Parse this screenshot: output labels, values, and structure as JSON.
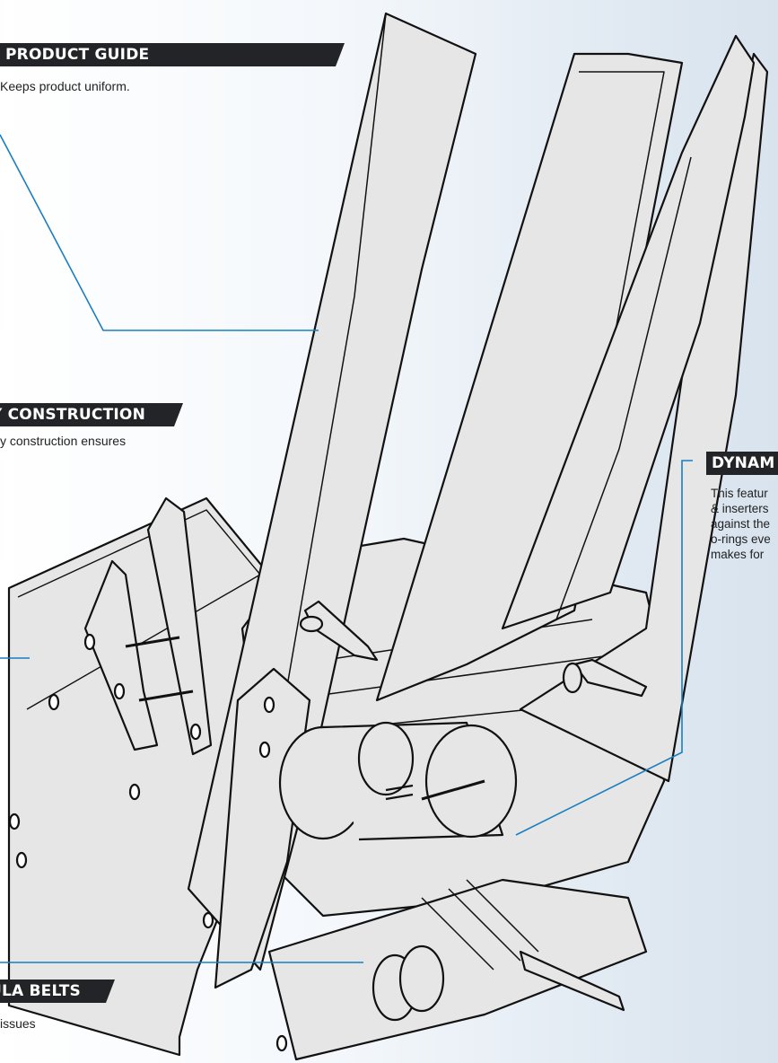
{
  "callouts": {
    "guide": {
      "title": "PRODUCT GUIDE",
      "text": "Keeps product  uniform."
    },
    "construction": {
      "title": "Y CONSTRUCTION",
      "text": "y construction ensures"
    },
    "belts": {
      "title": "ULA BELTS",
      "text": "issues"
    },
    "dynamic": {
      "title": "DYNAM",
      "lines": [
        "This featur",
        "& inserters",
        "against the",
        "o-rings eve",
        "makes for"
      ]
    }
  },
  "colors": {
    "leader": "#1a7fc0",
    "banner": "#222428",
    "stroke": "#111111",
    "fill": "#e6e6e6"
  }
}
